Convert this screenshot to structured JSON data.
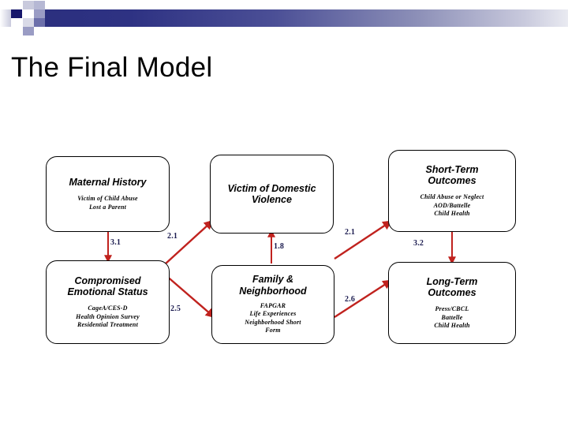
{
  "slide": {
    "title": "The Final Model",
    "accent_color": "#2b2f7e",
    "arrow_color": "#c0221e",
    "label_color": "#1b1b4f",
    "box_border_color": "#000000"
  },
  "diagram": {
    "type": "flowchart",
    "nodes": [
      {
        "id": "maternal-history",
        "header": "Maternal History",
        "sub_lines": [
          "Victim of Child Abuse",
          "Lost a Parent"
        ]
      },
      {
        "id": "victim-of-domestic-violence",
        "header": "Victim of Domestic Violence",
        "sub_lines": []
      },
      {
        "id": "short-term-outcomes",
        "header": "Short-Term Outcomes",
        "sub_lines": [
          "Child Abuse or Neglect",
          "AOD/Battelle",
          "Child Health"
        ]
      },
      {
        "id": "compromised-emotional-status",
        "header": "Compromised Emotional Status",
        "sub_lines": [
          "CageA/CES-D",
          "Health Opinion Survey",
          "Residential Treatment"
        ]
      },
      {
        "id": "family-and-neighborhood",
        "header": "Family & Neighborhood",
        "sub_lines": [
          "FAPGAR",
          "Life Experiences",
          "Neighborhood Short",
          "Form"
        ]
      },
      {
        "id": "long-term-outcomes",
        "header": "Long-Term Outcomes",
        "sub_lines": [
          "Press/CBCL",
          "Battelle",
          "Child Health"
        ]
      }
    ],
    "edges": [
      {
        "id": "e31",
        "from": "maternal-history",
        "to": "compromised-emotional-status",
        "label": "3.1"
      },
      {
        "id": "e21a",
        "from": "compromised-emotional-status",
        "to": "victim-of-domestic-violence",
        "label": "2.1"
      },
      {
        "id": "e25",
        "from": "compromised-emotional-status",
        "to": "family-and-neighborhood",
        "label": "2.5"
      },
      {
        "id": "e18",
        "from": "family-and-neighborhood",
        "to": "victim-of-domestic-violence",
        "label": "1.8"
      },
      {
        "id": "e21b",
        "from": "family-and-neighborhood",
        "to": "short-term-outcomes",
        "label": "2.1"
      },
      {
        "id": "e32",
        "from": "short-term-outcomes",
        "to": "long-term-outcomes",
        "label": "3.2"
      },
      {
        "id": "e26",
        "from": "family-and-neighborhood",
        "to": "long-term-outcomes",
        "label": "2.6"
      }
    ]
  }
}
